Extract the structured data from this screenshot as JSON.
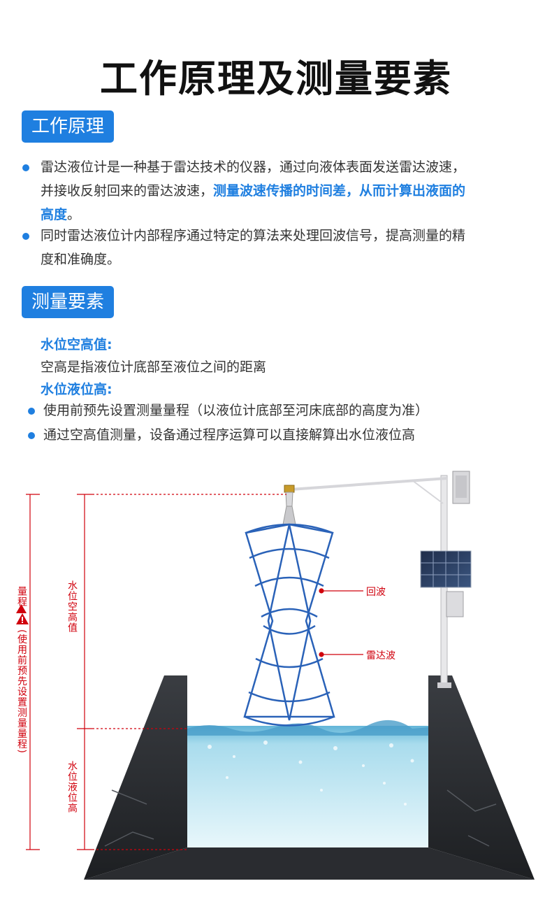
{
  "title": "工作原理及测量要素",
  "section1": {
    "badge": "工作原理",
    "p1_a": "雷达液位计是一种基于雷达技术的仪器，通过向液体表面发送雷达波速，",
    "p1_b": "并接收反射回来的雷达波速，",
    "p1_highlight": "测量波速传播的时间差，从而计算出液面的",
    "p1_c_highlight": "高度",
    "p1_c_end": "。",
    "p2_a": "同时雷达液位计内部程序通过特定的算法来处理回波信号，提高测量的精",
    "p2_b": "度和准确度。"
  },
  "section2": {
    "badge": "测量要素",
    "h1": "水位空高值:",
    "t1": "空高是指液位计底部至液位之间的距离",
    "h2": "水位液位高:",
    "b1": "使用前预先设置测量量程（以液位计底部至河床底部的高度为准）",
    "b2": "通过空高值测量，设备通过程序运算可以直接解算出水位液位高"
  },
  "diagram": {
    "range_label": "量程",
    "range_note": "(使用前预先设置测量量程)",
    "air_gap_label": "水位空高值",
    "level_label": "水位液位高",
    "echo_label": "回波",
    "radar_label": "雷达波",
    "colors": {
      "accent": "#1f7fe0",
      "red": "#d0000c",
      "wave": "#2a62b8",
      "water": "#bfe6f3"
    }
  }
}
